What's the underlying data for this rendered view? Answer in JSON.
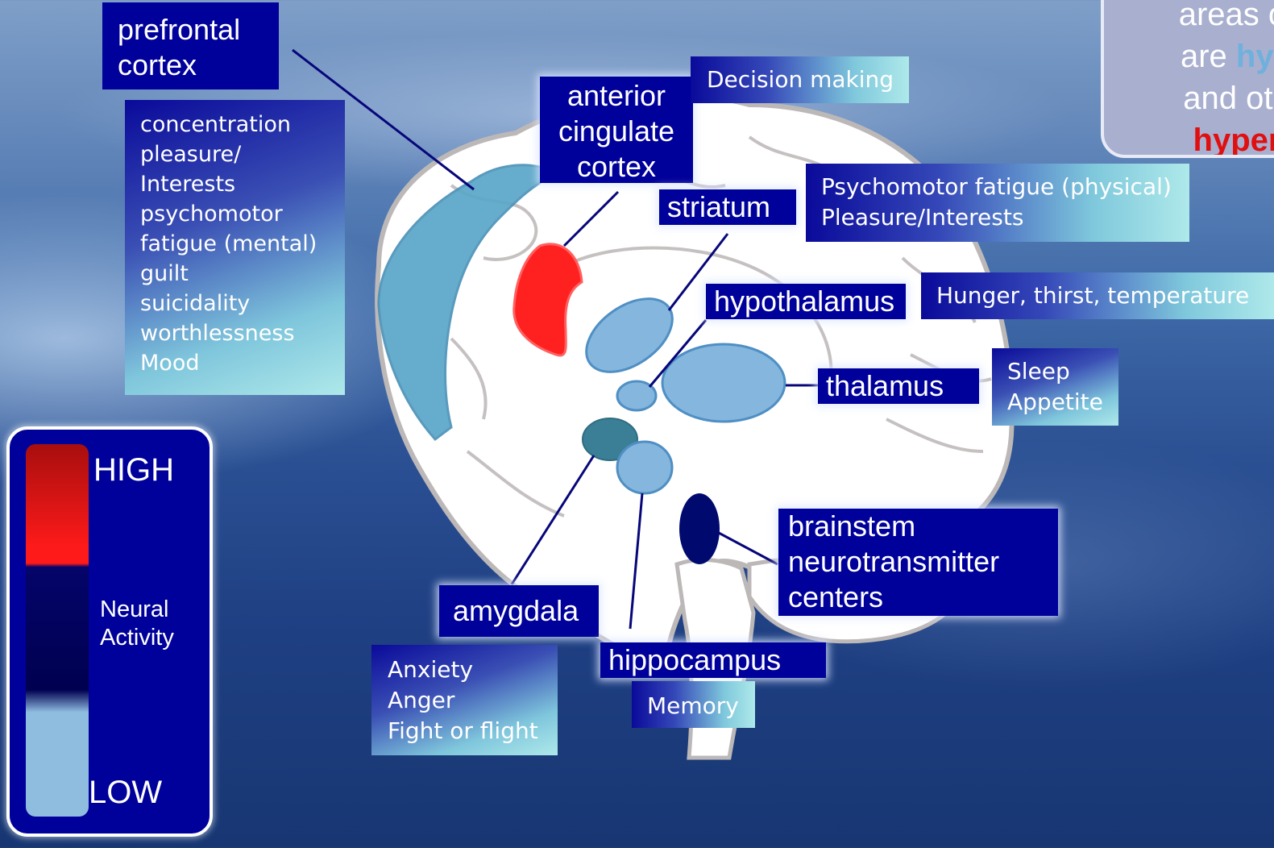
{
  "regions": {
    "prefrontal": {
      "name": "prefrontal\ncortex",
      "functions": "concentration\npleasure/\nInterests\npsychomotor\nfatigue (mental)\nguilt\nsuicidality\nworthlessness\nMood"
    },
    "acc": {
      "name": "anterior\ncingulate\ncortex",
      "function": "Decision making"
    },
    "striatum": {
      "name": "striatum",
      "functions": "Psychomotor fatigue (physical)\nPleasure/Interests"
    },
    "hypothalamus": {
      "name": "hypothalamus",
      "function": "Hunger, thirst, temperature"
    },
    "thalamus": {
      "name": "thalamus",
      "functions": "Sleep\nAppetite"
    },
    "brainstem": {
      "name": "brainstem\nneurotransmitter\ncenters"
    },
    "amygdala": {
      "name": "amygdala",
      "functions": "Anxiety\nAnger\nFight or flight"
    },
    "hippocampus": {
      "name": "hippocampus",
      "function": "Memory"
    }
  },
  "legend": {
    "high": "HIGH",
    "low": "LOW",
    "caption": "Neural\nActivity"
  },
  "corner_note": {
    "line1": "areas of",
    "line2_prefix": "are ",
    "line2_emph": "hyp",
    "line3": "and oth",
    "line4": "hyper"
  },
  "colors": {
    "label_bg": "#00009a",
    "high": "#ff1a1a",
    "low": "#8fbde0",
    "hypoactive": "#6fb0dc",
    "hyperactive": "#e01010"
  }
}
